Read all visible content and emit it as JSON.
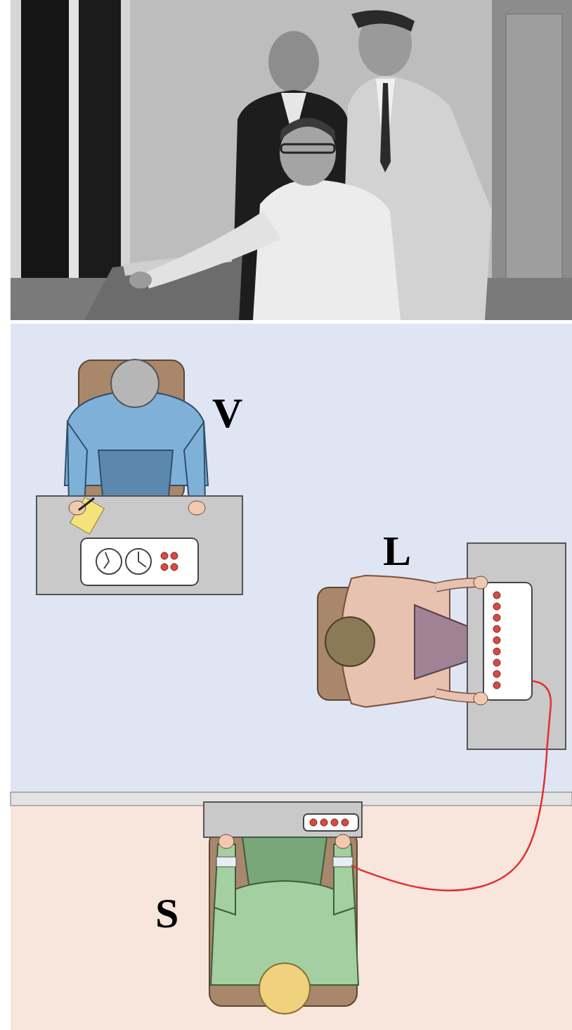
{
  "diagram": {
    "nodes": [
      {
        "text": [
          "V"
        ]
      },
      {
        "text": [
          "L"
        ]
      },
      {
        "text": [
          "S"
        ]
      }
    ],
    "edges": [
      {
        "from": 1,
        "to": 2,
        "arrow": "none"
      }
    ]
  }
}
